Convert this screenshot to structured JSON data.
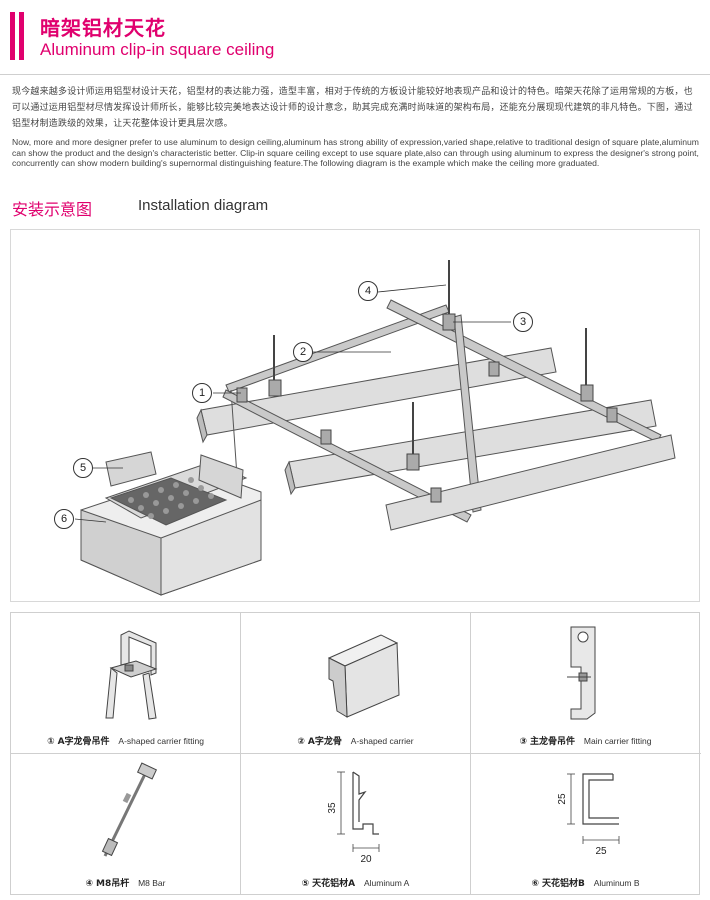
{
  "header": {
    "title_cn": "暗架铝材天花",
    "title_en": "Aluminum clip-in square ceiling"
  },
  "intro": {
    "cn": "现今越来越多设计师运用铝型材设计天花，铝型材的表达能力强，造型丰富，相对于传统的方板设计能较好地表现产品和设计的特色。暗架天花除了运用常规的方板，也可以通过运用铝型材尽情发挥设计师所长，能够比较完美地表达设计师的设计意念，助其完成充满时尚味道的架构布局，还能充分展现现代建筑的非凡特色。下图，通过铝型材制造跌级的效果，让天花整体设计更具层次感。",
    "en": "Now, more and more designer prefer to use aluminum to design ceiling,aluminum has strong ability of expression,varied shape,relative to traditional design of square plate,aluminum can show the product and the design's characteristic better.  Clip-in square ceiling except to use square plate,also can through using aluminum to express the designer's strong point, concurrently can show modern building's  supernormal distinguishing feature.The following diagram is the example which make the ceiling more graduated."
  },
  "installation": {
    "title_cn": "安装示意图",
    "title_en": "Installation diagram",
    "callouts": [
      "1",
      "2",
      "3",
      "4",
      "5",
      "6"
    ]
  },
  "parts": [
    {
      "num": "①",
      "cn": "A字龙骨吊件",
      "en": "A-shaped carrier fitting"
    },
    {
      "num": "②",
      "cn": "A字龙骨",
      "en": "A-shaped carrier"
    },
    {
      "num": "③",
      "cn": "主龙骨吊件",
      "en": "Main carrier fitting"
    },
    {
      "num": "④",
      "cn": "M8吊杆",
      "en": "M8 Bar"
    },
    {
      "num": "⑤",
      "cn": "天花铝材A",
      "en": "Aluminum A"
    },
    {
      "num": "⑥",
      "cn": "天花铝材B",
      "en": "Aluminum B"
    }
  ],
  "dimensions": {
    "alu_a_height": "35",
    "alu_a_width": "20",
    "alu_b_height": "25",
    "alu_b_width": "25"
  },
  "colors": {
    "accent": "#e0006e",
    "line": "#555555",
    "fill": "#dcdcdc"
  }
}
